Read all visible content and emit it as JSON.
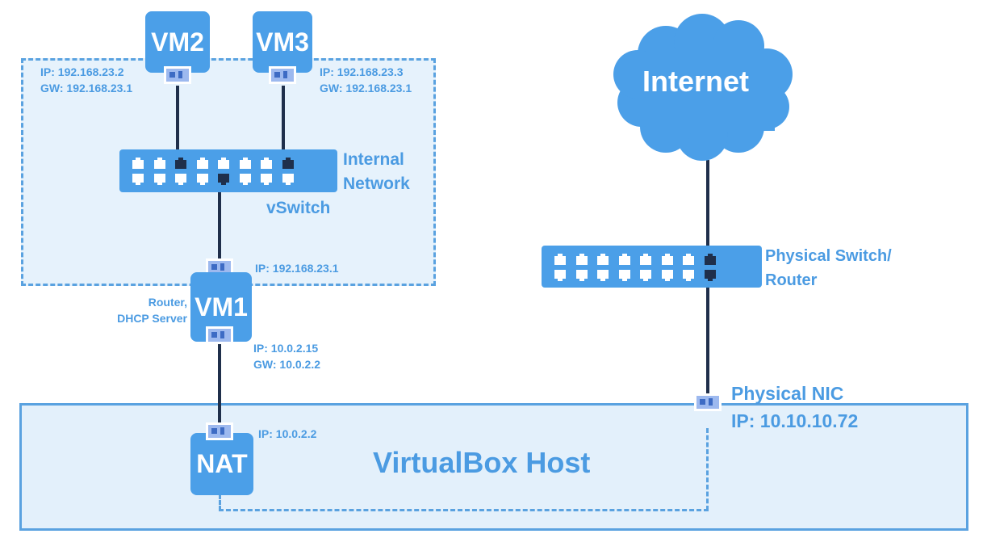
{
  "internal_network": {
    "label_line1": "Internal",
    "label_line2": "Network",
    "switch_label": "vSwitch"
  },
  "vm2": {
    "name": "VM2",
    "ip": "IP: 192.168.23.2",
    "gw": "GW: 192.168.23.1"
  },
  "vm3": {
    "name": "VM3",
    "ip": "IP:   192.168.23.3",
    "gw": "GW: 192.168.23.1"
  },
  "vm1": {
    "name": "VM1",
    "role_line1": "Router,",
    "role_line2": "DHCP Server",
    "internal_ip": "IP: 192.168.23.1",
    "external_ip": "IP:  10.0.2.15",
    "external_gw": "GW: 10.0.2.2"
  },
  "nat": {
    "name": "NAT",
    "ip": "IP: 10.0.2.2"
  },
  "host": {
    "label": "VirtualBox Host"
  },
  "internet": {
    "label": "Internet"
  },
  "physical_switch": {
    "label_line1": "Physical Switch/",
    "label_line2": "Router"
  },
  "physical_nic": {
    "label": "Physical NIC",
    "ip": "IP: 10.10.10.72"
  },
  "colors": {
    "accent": "#4b9fe8",
    "wire": "#1f2f4b",
    "zone_fill": "#e6f2fc",
    "zone_border": "#5aa2e0"
  }
}
